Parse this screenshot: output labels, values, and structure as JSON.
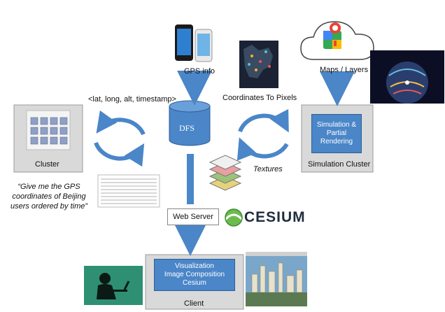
{
  "nodes": {
    "gps_info": "GPS info",
    "dfs": "DFS",
    "cluster": "Cluster",
    "simulation_cluster": "Simulation Cluster",
    "simulation_box": [
      "Simulation &",
      "Partial",
      "Rendering"
    ],
    "web_server": "Web Server",
    "client": "Client",
    "client_box": [
      "Visualization",
      "Image Composition",
      "Cesium"
    ],
    "cesium_logo": "CESIUM"
  },
  "edges": {
    "lat_long": "<lat, long, alt, timestamp>",
    "coords_to_pixels": "Coordinates To Pixels",
    "maps_layers": "Maps / Layers",
    "textures": "Textures"
  },
  "query": "“Give me the GPS\ncoordinates of Beijing\nusers ordered by time”",
  "colors": {
    "arrow": "#4a86c8",
    "box_blue": "#4a86c8",
    "panel_gray": "#d9d9d9"
  },
  "icons": [
    "phones-icon",
    "europe-map-icon",
    "cloud-icon",
    "google-maps-icon",
    "server-cluster-icon",
    "gps-table-icon",
    "texture-layers-icon",
    "globe-render-icon",
    "user-laptop-icon",
    "city-3d-icon",
    "cesium-logo-icon"
  ]
}
